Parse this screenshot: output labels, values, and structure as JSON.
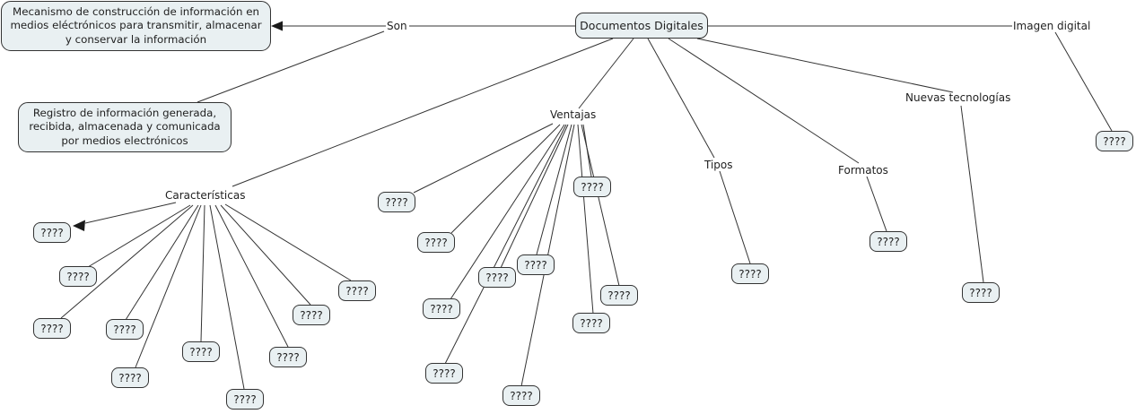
{
  "map": {
    "root_label": "Documentos Digitales",
    "link_label": "Son",
    "placeholder": "????",
    "descriptions": {
      "mecanismo": "Mecanismo de construcción de información en medios eléctrónicos para transmitir, almacenar y conservar la información",
      "registro": "Registro de información generada, recibida, almacenada y comunicada por medios electrónicos"
    },
    "branches": [
      {
        "id": "caracteristicas",
        "label": "Características",
        "placeholder_children": 10
      },
      {
        "id": "ventajas",
        "label": "Ventajas",
        "placeholder_children": 10
      },
      {
        "id": "tipos",
        "label": "Tipos",
        "placeholder_children": 1
      },
      {
        "id": "formatos",
        "label": "Formatos",
        "placeholder_children": 1
      },
      {
        "id": "nuevas_tecnologias",
        "label": "Nuevas tecnologías",
        "placeholder_children": 1
      },
      {
        "id": "imagen_digital",
        "label": "Imagen digital",
        "placeholder_children": 1
      }
    ],
    "colors": {
      "node_fill": "#e9f0f2",
      "node_border": "#333333",
      "line": "#333333",
      "text": "#1f1f1f",
      "background": "#ffffff"
    }
  }
}
